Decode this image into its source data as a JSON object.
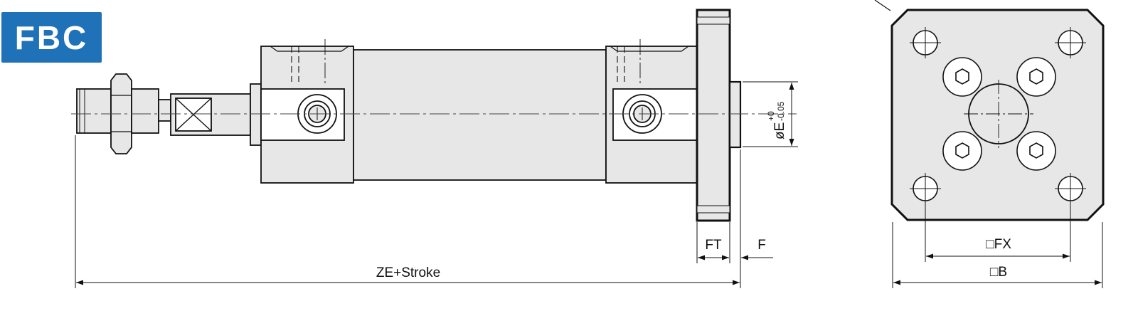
{
  "badge": {
    "label": "FBC",
    "color": "#1f72b8"
  },
  "dimensions": {
    "ft": "FT",
    "f": "F",
    "total": "ZE+Stroke",
    "bore": "øE",
    "bore_tol_upper": "+0",
    "bore_tol_lower": "-0.05",
    "flange_hole_pitch": "□FX",
    "flange_width": "□B"
  },
  "colors": {
    "outline": "#111111",
    "fill": "#e7e7e7",
    "centerline": "#444444"
  }
}
